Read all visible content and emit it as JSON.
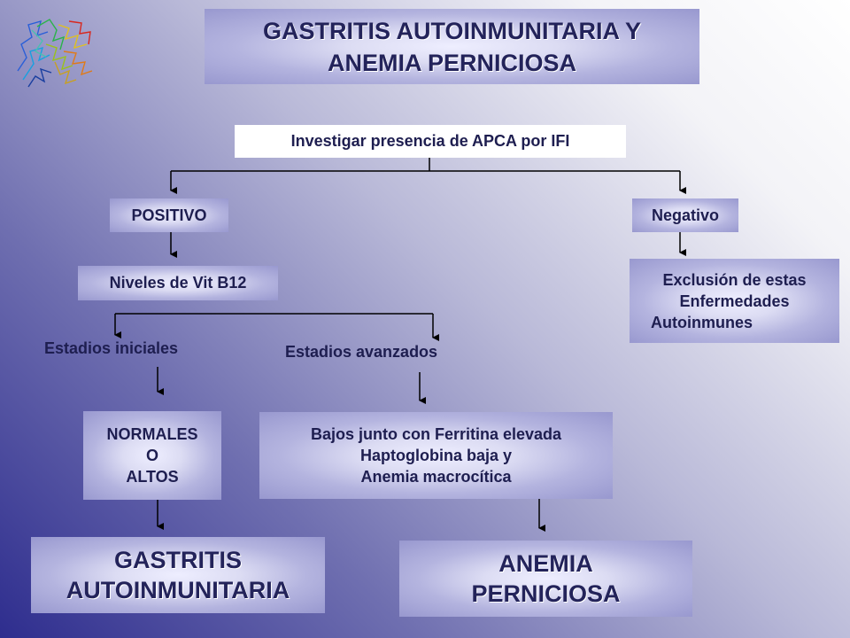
{
  "title": {
    "line1": "GASTRITIS AUTOINMUNITARIA Y",
    "line2": "ANEMIA PERNICIOSA"
  },
  "logo": {
    "icon": "protein-structure-icon"
  },
  "nodes": {
    "investigar": "Investigar presencia de APCA por IFI",
    "positivo": "POSITIVO",
    "negativo": "Negativo",
    "vitb12": "Niveles de Vit B12",
    "exclusion": {
      "line1": "Exclusión de estas",
      "line2": "Enfermedades",
      "line3": "Autoinmunes"
    },
    "estadios_iniciales": "Estadios iniciales",
    "estadios_avanzados": "Estadios avanzados",
    "normales": {
      "line1": "NORMALES",
      "line2": "O",
      "line3": "ALTOS"
    },
    "bajos": {
      "line1": "Bajos junto con Ferritina elevada",
      "line2": "Haptoglobina baja y",
      "line3": "Anemia macrocítica"
    },
    "gastritis": {
      "line1": "GASTRITIS",
      "line2": "AUTOINMUNITARIA"
    },
    "anemia": {
      "line1": "ANEMIA",
      "line2": "PERNICIOSA"
    }
  },
  "colors": {
    "text": "#1e1e50",
    "arrow": "#000000",
    "background_dark": "#2e2d8e",
    "background_light": "#ffffff"
  }
}
